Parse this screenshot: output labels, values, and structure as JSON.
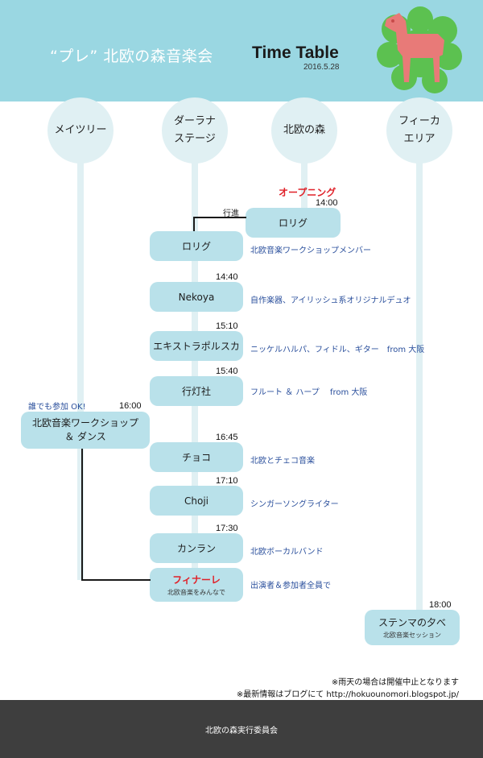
{
  "header": {
    "title": "“プレ” 北欧の森音楽会",
    "title_en": "Time Table",
    "date": "2016.5.28"
  },
  "columns": [
    {
      "label": "メイツリー"
    },
    {
      "label": "ダーラナ\nステージ"
    },
    {
      "label": "北欧の森"
    },
    {
      "label": "フィーカ\nエリア"
    }
  ],
  "opening": {
    "label": "オープニング",
    "time": "14:00",
    "event": "ロリグ"
  },
  "parade": {
    "label": "行進"
  },
  "events": [
    {
      "name": "ロリグ",
      "time": "",
      "desc": "北欧音楽ワークショップメンバー"
    },
    {
      "name": "Nekoya",
      "time": "14:40",
      "desc": "自作楽器、アイリッシュ系オリジナルデュオ"
    },
    {
      "name": "エキストラポルスカ",
      "time": "15:10",
      "desc": "ニッケルハルパ、フィドル、ギター　from 大阪"
    },
    {
      "name": "行灯社",
      "time": "15:40",
      "desc": "フルート ＆ ハープ　 from 大阪"
    },
    {
      "name": "チョコ",
      "time": "16:45",
      "desc": "北欧とチェコ音楽"
    },
    {
      "name": "Choji",
      "time": "17:10",
      "desc": "シンガーソングライター"
    },
    {
      "name": "カンラン",
      "time": "17:30",
      "desc": "北欧ボーカルバンド"
    }
  ],
  "finale": {
    "label": "フィナーレ",
    "sub": "北欧音楽をみんなで",
    "desc": "出演者＆参加者全員で"
  },
  "workshop": {
    "note": "誰でも参加 OK!",
    "time": "16:00",
    "line1": "北欧音楽ワークショップ",
    "line2": "＆ ダンス"
  },
  "fika": {
    "time": "18:00",
    "name": "ステンマの夕べ",
    "sub": "北欧音楽セッション"
  },
  "notes": {
    "rain": "※雨天の場合は開催中止となります",
    "blog": "※最新情報はブログにて http://hokuounomori.blogspot.jp/"
  },
  "footer": {
    "org": "北欧の森実行委員会"
  },
  "colors": {
    "header_bg": "#9ad7e2",
    "box": "#b9e1ea",
    "lane": "#e0f0f3",
    "accent_red": "#e0222a",
    "desc_blue": "#2a4f9c",
    "footer_bg": "#3e3e3e"
  }
}
